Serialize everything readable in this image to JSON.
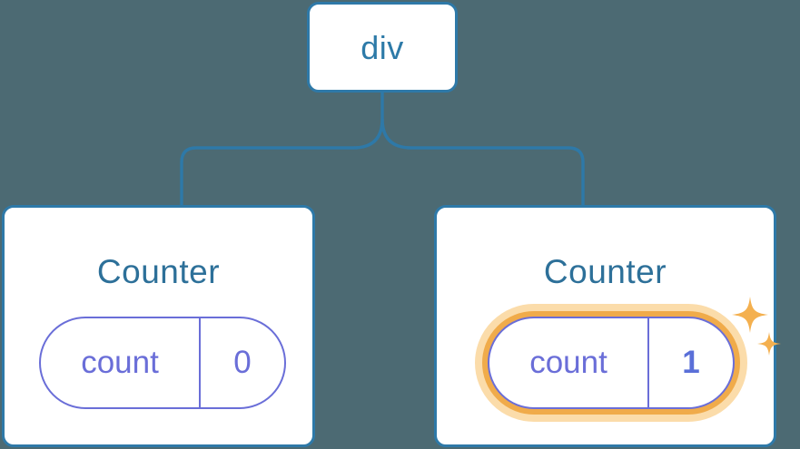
{
  "diagram": {
    "type": "component-tree",
    "background_color": "#4c6a73",
    "edge_color": "#2e79a8",
    "root": {
      "label": "div"
    },
    "children": [
      {
        "title": "Counter",
        "state": {
          "key": "count",
          "value": "0"
        },
        "highlighted": false
      },
      {
        "title": "Counter",
        "state": {
          "key": "count",
          "value": "1"
        },
        "highlighted": true
      }
    ],
    "colors": {
      "card_border": "#2e79a8",
      "card_background": "#ffffff",
      "root_text": "#2d7aa8",
      "title_text": "#2d7099",
      "state_text": "#6a6ed8",
      "state_value_highlight": "#5a6fd8",
      "highlight_ring": "#f0ab4a",
      "highlight_halo": "#fbdcaa",
      "sparkle": "#f4b04f"
    },
    "icons": {
      "sparkle_large": "sparkle-icon",
      "sparkle_small": "sparkle-icon"
    }
  }
}
